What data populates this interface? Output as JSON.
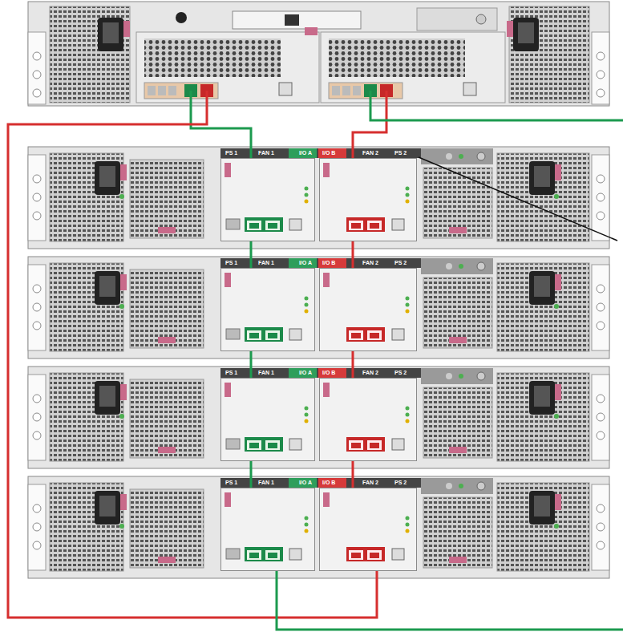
{
  "diagram": {
    "nodes": [
      {
        "text": [
          "I/O A"
        ]
      },
      {
        "text": [
          "I/O B"
        ]
      },
      {
        "text": [
          "I/O A"
        ]
      },
      {
        "text": [
          "I/O B"
        ]
      },
      {
        "text": [
          "I/O A"
        ]
      },
      {
        "text": [
          "I/O B"
        ]
      },
      {
        "text": [
          "I/O A"
        ]
      },
      {
        "text": [
          "I/O B"
        ]
      }
    ],
    "edges": [
      {
        "from": 0,
        "to": 2,
        "arrow": "none"
      },
      {
        "from": 2,
        "to": 4,
        "arrow": "none"
      },
      {
        "from": 4,
        "to": 6,
        "arrow": "none"
      },
      {
        "from": 1,
        "to": 3,
        "arrow": "none"
      },
      {
        "from": 3,
        "to": 5,
        "arrow": "none"
      },
      {
        "from": 5,
        "to": 7,
        "arrow": "none"
      }
    ],
    "labels": [
      "PS 1",
      "FAN 1",
      "FAN 2",
      "PS 2",
      "PS 1",
      "FAN 1",
      "FAN 2",
      "PS 2",
      "PS 1",
      "FAN 1",
      "FAN 2",
      "PS 2",
      "PS 1",
      "FAN 1",
      "FAN 2",
      "PS 2"
    ]
  }
}
